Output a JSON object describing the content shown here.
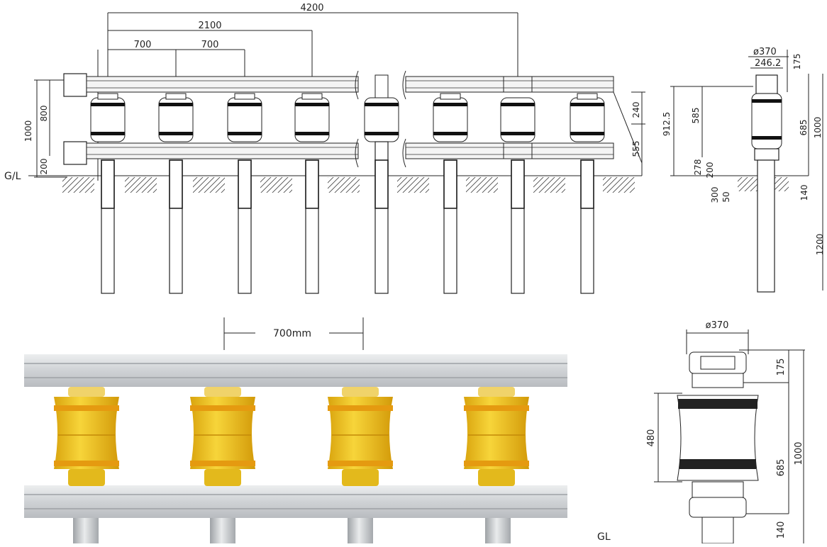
{
  "drawing": {
    "top_dims": {
      "d4200": "4200",
      "d2100": "2100",
      "d700a": "700",
      "d700b": "700"
    },
    "left_dims": {
      "d1000": "1000",
      "d800": "800",
      "d200": "200",
      "gl": "G/L"
    },
    "right_dims": {
      "d240": "240",
      "d555": "555"
    },
    "side_view_top": {
      "dia": "ø370",
      "w246": "246.2",
      "d175": "175",
      "d912": "912.5",
      "d585": "585",
      "d685": "685",
      "d1000": "1000",
      "d278": "278",
      "d200": "200",
      "d300": "300",
      "d50": "50",
      "d140": "140",
      "d1200": "1200"
    },
    "photo_dim": "700mm",
    "side_view_bottom": {
      "dia": "ø370",
      "d175": "175",
      "d480": "480",
      "d685": "685",
      "d1000": "1000",
      "d140": "140",
      "gl": "GL"
    }
  },
  "colors": {
    "roller_yellow": "#f2c21b",
    "roller_band": "#e59a10",
    "rail_grey": "#d9dcdf",
    "post_grey": "#c7cacd"
  }
}
